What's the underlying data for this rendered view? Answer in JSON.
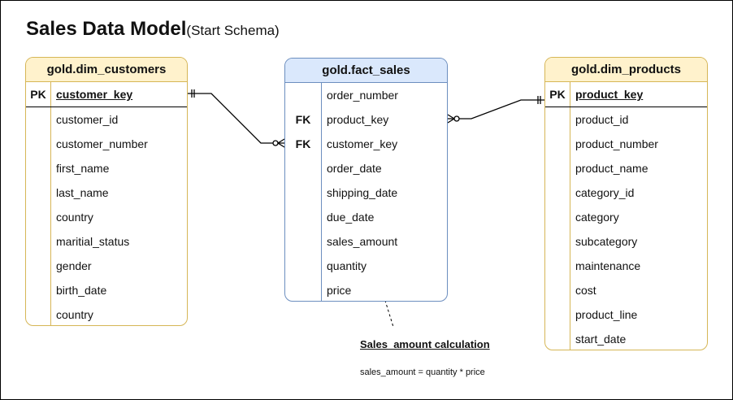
{
  "title": {
    "main": "Sales Data Model",
    "sub": "(Start Schema)"
  },
  "customers": {
    "name": "gold.dim_customers",
    "pk_label": "PK",
    "pk_column": "customer_key",
    "columns": [
      "customer_id",
      "customer_number",
      "first_name",
      "last_name",
      "country",
      "maritial_status",
      "gender",
      "birth_date",
      "country"
    ]
  },
  "fact": {
    "name": "gold.fact_sales",
    "rows": [
      {
        "key": "",
        "column": "order_number"
      },
      {
        "key": "FK",
        "column": "product_key"
      },
      {
        "key": "FK",
        "column": "customer_key"
      },
      {
        "key": "",
        "column": "order_date"
      },
      {
        "key": "",
        "column": "shipping_date"
      },
      {
        "key": "",
        "column": "due_date"
      },
      {
        "key": "",
        "column": "sales_amount"
      },
      {
        "key": "",
        "column": "quantity"
      },
      {
        "key": "",
        "column": "price"
      }
    ]
  },
  "products": {
    "name": "gold.dim_products",
    "pk_label": "PK",
    "pk_column": "product_key",
    "columns": [
      "product_id",
      "product_number",
      "product_name",
      "category_id",
      "category",
      "subcategory",
      "maintenance",
      "cost",
      "product_line",
      "start_date"
    ]
  },
  "note": {
    "title": "Sales_amount calculation",
    "text": "sales_amount = quantity * price"
  },
  "colors": {
    "dim_header": "#fff2cc",
    "dim_border": "#d6b656",
    "fact_header": "#dae8fc",
    "fact_border": "#6c8ebf"
  }
}
